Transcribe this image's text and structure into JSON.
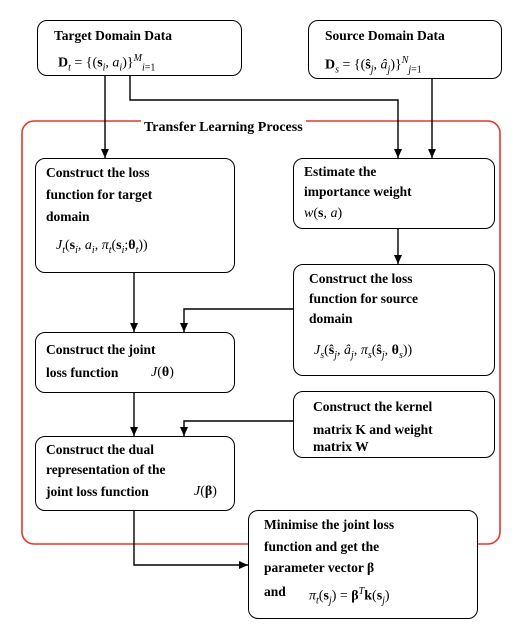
{
  "region": {
    "label": "Transfer Learning Process",
    "border_color": "#e0382b"
  },
  "nodes": {
    "target_data": {
      "title": "Target Domain Data",
      "formula": "Dt = {(si, ai)} i=1..M"
    },
    "source_data": {
      "title": "Source Domain Data",
      "formula": "Ds = {(ŝj, âj)} j=1..N"
    },
    "target_loss": {
      "lines": [
        "Construct the loss",
        "function for target",
        "domain"
      ],
      "formula": "Jt(si, ai, πt(si; θt))"
    },
    "importance_weight": {
      "lines": [
        "Estimate the",
        "importance weight"
      ],
      "formula": "w(s, a)"
    },
    "source_loss": {
      "lines": [
        "Construct the loss",
        "function for source",
        "domain"
      ],
      "formula": "Js(ŝj, âj, πs(ŝj, θs))"
    },
    "joint_loss": {
      "lines": [
        "Construct the joint",
        "loss function"
      ],
      "formula": "J(θ)"
    },
    "kernel_matrix": {
      "lines": [
        "Construct the kernel",
        "matrix",
        "K",
        "and weight",
        "matrix",
        "W"
      ]
    },
    "dual_representation": {
      "lines": [
        "Construct the dual",
        "representation of the",
        "joint loss function"
      ],
      "formula": "J(β)"
    },
    "minimise": {
      "lines": [
        "Minimise the joint loss",
        "function and get the",
        "parameter vector",
        "β",
        "and"
      ],
      "formula": "πt(sj) = βT k(sj)"
    }
  },
  "edges": [
    [
      "target_data",
      "target_loss"
    ],
    [
      "target_data",
      "importance_weight"
    ],
    [
      "source_data",
      "importance_weight"
    ],
    [
      "importance_weight",
      "source_loss"
    ],
    [
      "target_loss",
      "joint_loss"
    ],
    [
      "source_loss",
      "joint_loss"
    ],
    [
      "joint_loss",
      "dual_representation"
    ],
    [
      "kernel_matrix",
      "dual_representation"
    ],
    [
      "dual_representation",
      "minimise"
    ]
  ]
}
